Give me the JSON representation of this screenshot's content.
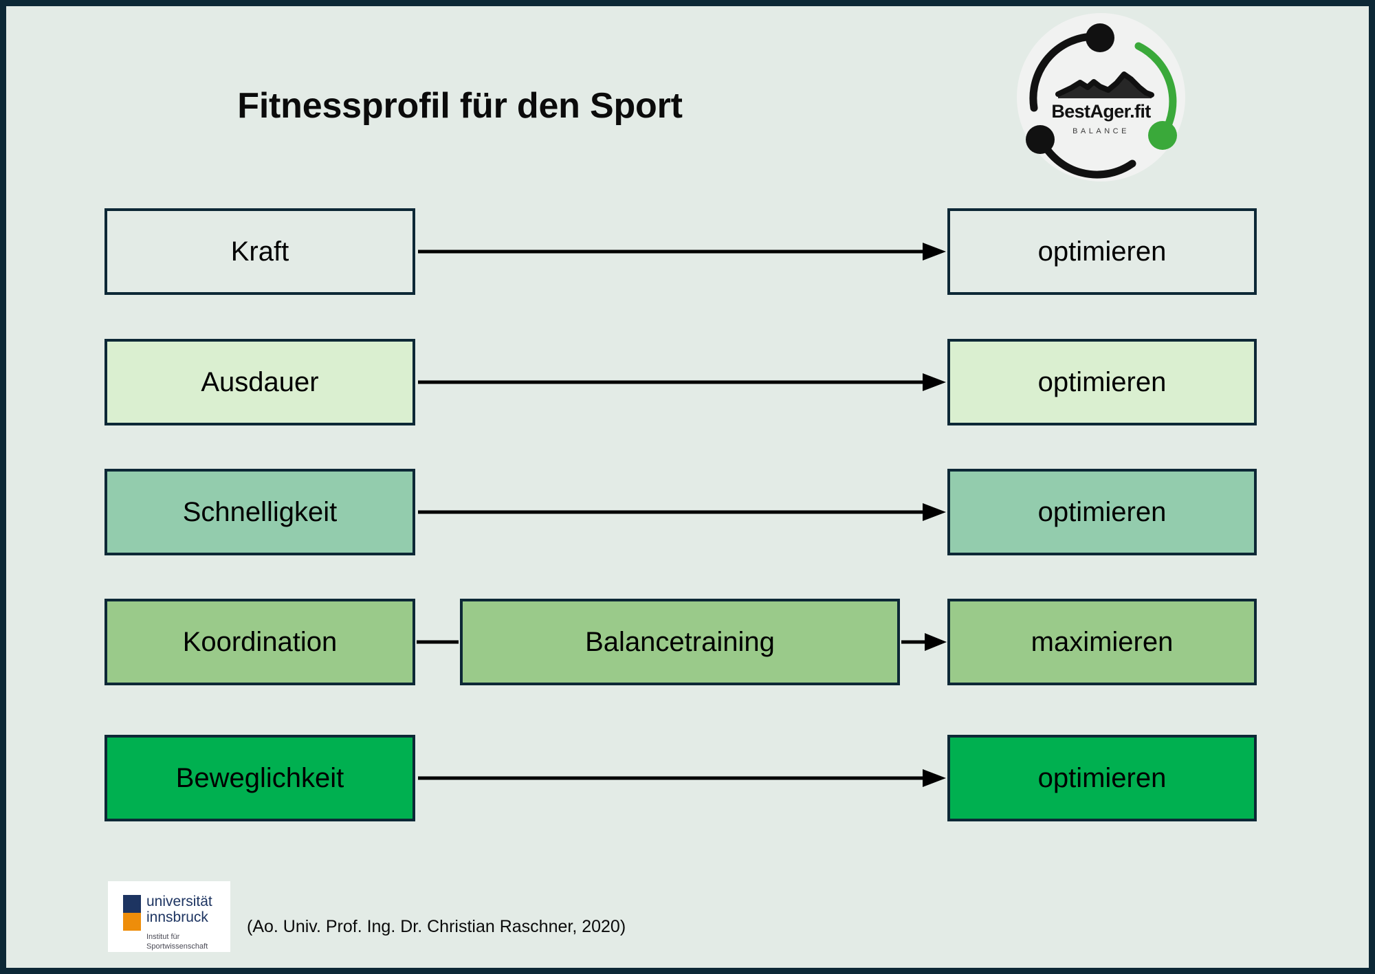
{
  "page": {
    "title": "Fitnessprofil für den Sport",
    "background_color": "#e3ebe6",
    "frame_color": "#0d2836"
  },
  "brand_logo": {
    "name": "BestAger.fit",
    "tagline": "BALANCE",
    "arc_color_black": "#111111",
    "arc_color_green": "#3aa93a",
    "disc_color": "#f1f2f1"
  },
  "rows": [
    {
      "id": "kraft",
      "left_label": "Kraft",
      "mid_label": null,
      "right_label": "optimieren",
      "fill": "#e3ebe6",
      "connector": "arrow-long"
    },
    {
      "id": "ausdauer",
      "left_label": "Ausdauer",
      "mid_label": null,
      "right_label": "optimieren",
      "fill": "#daefd0",
      "connector": "arrow-long"
    },
    {
      "id": "schnelligkeit",
      "left_label": "Schnelligkeit",
      "mid_label": null,
      "right_label": "optimieren",
      "fill": "#93ccad",
      "connector": "arrow-long"
    },
    {
      "id": "koordination",
      "left_label": "Koordination",
      "mid_label": "Balancetraining",
      "right_label": "maximieren",
      "fill": "#9aca8a",
      "connector": "line-then-arrow"
    },
    {
      "id": "beweglichkeit",
      "left_label": "Beweglichkeit",
      "mid_label": null,
      "right_label": "optimieren",
      "fill": "#00b050",
      "connector": "arrow-long"
    }
  ],
  "university_logo": {
    "line1": "universität",
    "line2": "innsbruck",
    "dept_line1": "Institut für",
    "dept_line2": "Sportwissenschaft",
    "navy": "#1d3461",
    "orange": "#ee8d0a"
  },
  "caption": "(Ao. Univ. Prof. Ing. Dr. Christian Raschner, 2020)"
}
